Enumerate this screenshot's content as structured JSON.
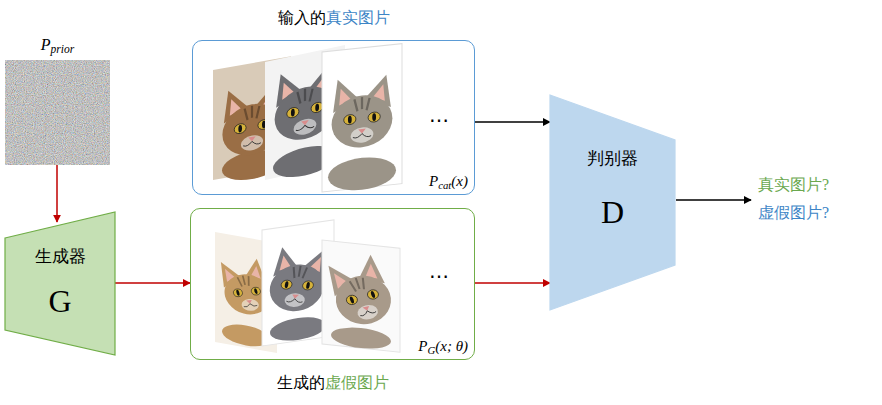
{
  "diagram": {
    "nodes": [
      {
        "text": [
          "P",
          "prior"
        ]
      },
      {
        "text": [
          "输入的",
          "真实图片",
          "…",
          "P",
          "cat",
          "(x)"
        ]
      },
      {
        "text": [
          "生成器",
          "G"
        ]
      },
      {
        "text": [
          "…",
          "P",
          "G",
          "(x; θ)",
          "生成的",
          "虚假图片"
        ]
      },
      {
        "text": [
          "判别器",
          "D"
        ]
      }
    ],
    "edges": [
      {
        "from": 0,
        "to": 2,
        "arrow": "to"
      },
      {
        "from": 2,
        "to": 3,
        "arrow": "to"
      },
      {
        "from": 1,
        "to": 4,
        "arrow": "to"
      },
      {
        "from": 3,
        "to": 4,
        "arrow": "to"
      }
    ],
    "labels": [
      "真实图片?",
      "虚假图片?"
    ]
  }
}
